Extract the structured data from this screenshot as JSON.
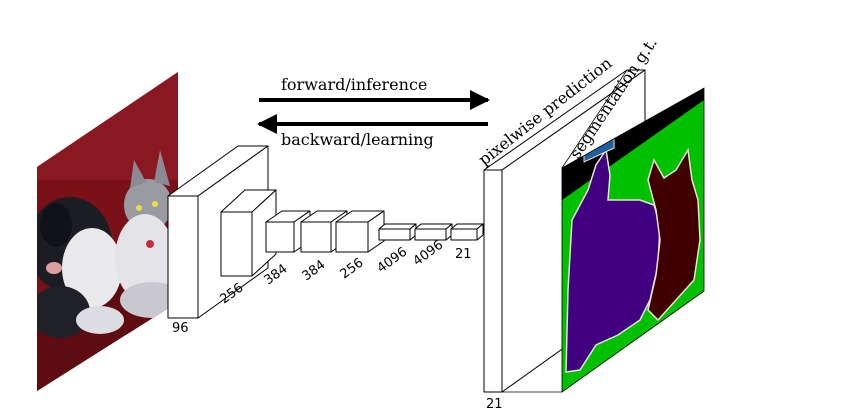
{
  "arrows": {
    "forward_label": "forward/inference",
    "backward_label": "backward/learning"
  },
  "layers": [
    {
      "label": "96"
    },
    {
      "label": "256"
    },
    {
      "label": "384"
    },
    {
      "label": "384"
    },
    {
      "label": "256"
    },
    {
      "label": "4096"
    },
    {
      "label": "4096"
    },
    {
      "label": "21"
    }
  ],
  "output": {
    "plane_label": "21",
    "prediction_label": "pixelwise prediction",
    "gt_label": "segmentation g.t."
  },
  "colors": {
    "seg_background": "#000000",
    "seg_green": "#00c000",
    "seg_dog": "#400080",
    "seg_cat": "#400000",
    "seg_tag": "#1f5fa0",
    "seg_outline": "#e6e6d2",
    "photo_wall": "#7a1018",
    "photo_floor": "#5e0b12"
  },
  "icons": {
    "input_photo": "cat-and-dog-photo",
    "segmentation_map": "segmentation-map"
  }
}
